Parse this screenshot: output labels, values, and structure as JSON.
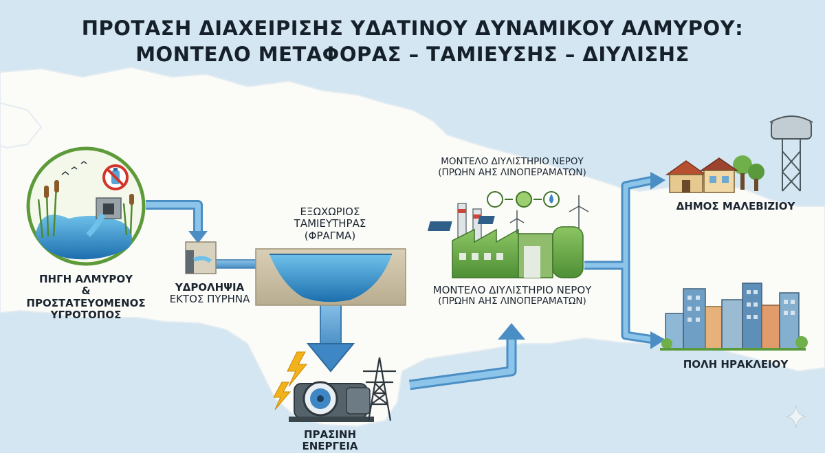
{
  "title": {
    "line1": "ΠΡΟΤΑΣΗ ΔΙΑΧΕΙΡΙΣΗΣ ΥΔΑΤΙΝΟΥ ΔΥΝΑΜΙΚΟΥ ΑΛΜΥΡΟΥ:",
    "line2": "ΜΟΝΤΕΛΟ ΜΕΤΑΦΟΡΑΣ – ΤΑΜΙΕΥΣΗΣ – ΔΙΥΛΙΣΗΣ"
  },
  "nodes": {
    "source": {
      "line1": "ΠΗΓΗ ΑΛΜΥΡΟΥ",
      "line2": "& ΠΡΟΣΤΑΤΕΥΟΜΕΝΟΣ",
      "line3": "ΥΓΡΟΤΟΠΟΣ"
    },
    "intake": {
      "line1": "ΥΔΡΟΛΗΨΙΑ",
      "line2": "ΕΚΤΟΣ ΠΥΡΗΝΑ"
    },
    "reservoir": {
      "line1": "ΕΞΩΧΩΡΙΟΣ",
      "line2": "ΤΑΜΙΕΥΤΗΡΑΣ",
      "line3": "(ΦΡΑΓΜΑ)"
    },
    "plant_top": {
      "line1": "ΜΟΝΤΕΛΟ ΔΙΥΛΙΣΤΗΡΙΟ ΝΕΡΟΥ",
      "line2": "(ΠΡΩΗΝ ΑΗΣ ΛΙΝΟΠΕΡΑΜΑΤΩΝ)"
    },
    "plant_bottom": {
      "line1": "ΜΟΝΤΕΛΟ ΔΙΥΛΙΣΤΗΡΙΟ ΝΕΡΟΥ",
      "line2": "(ΠΡΩΗΝ ΑΗΣ ΛΙΝΟΠΕΡΑΜΑΤΩΝ)"
    },
    "energy": {
      "line1": "ΠΡΑΣΙΝΗ ΕΝΕΡΓΕΙΑ"
    },
    "malevizi": {
      "line1": "ΔΗΜΟΣ ΜΑΛΕΒΙΖΙΟΥ"
    },
    "heraklion": {
      "line1": "ΠΟΛΗ ΗΡΑΚΛΕΙΟΥ"
    }
  },
  "colors": {
    "sea": "#d3e6f1",
    "land": "#fbfbf8",
    "pipe": "#5f9fd0",
    "pipe_dark": "#2f6f9f",
    "green": "#6fb04a",
    "text": "#1b2530"
  },
  "icons": [
    "no-plastic-bottle-icon",
    "lightning-icon",
    "turbine-icon",
    "power-pylon-icon",
    "filter-process-icon",
    "wind-turbine-icon",
    "water-tower-icon"
  ]
}
